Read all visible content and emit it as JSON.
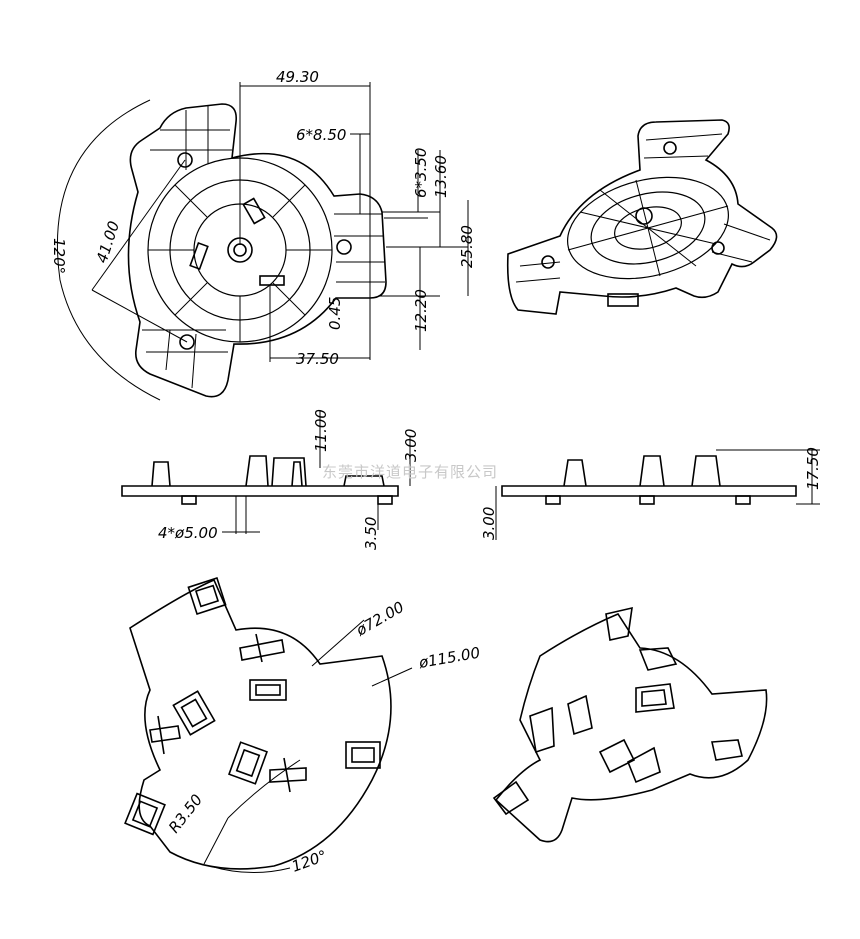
{
  "watermark": "东莞市洋道电子有限公司",
  "dimensions": {
    "top_width": "49.30",
    "slot_width": "6*8.50",
    "slot_height": "6*3.50",
    "d_13_60": "13.60",
    "d_25_80": "25.80",
    "d_12_20": "12.20",
    "d_0_45": "0.45",
    "d_37_50": "37.50",
    "d_41_00": "41.00",
    "angle_top": "120°",
    "side_11_00": "11.00",
    "side_3_00": "3.00",
    "holes": "4*ø5.00",
    "side_3_50": "3.50",
    "side2_3_00": "3.00",
    "side2_17_50": "17.50",
    "dia_72": "ø72.00",
    "dia_115": "ø115.00",
    "radius": "R3.50",
    "angle_bottom": "120°"
  },
  "colors": {
    "line": "#000000",
    "watermark": "#c8c8c8",
    "background": "#ffffff"
  }
}
